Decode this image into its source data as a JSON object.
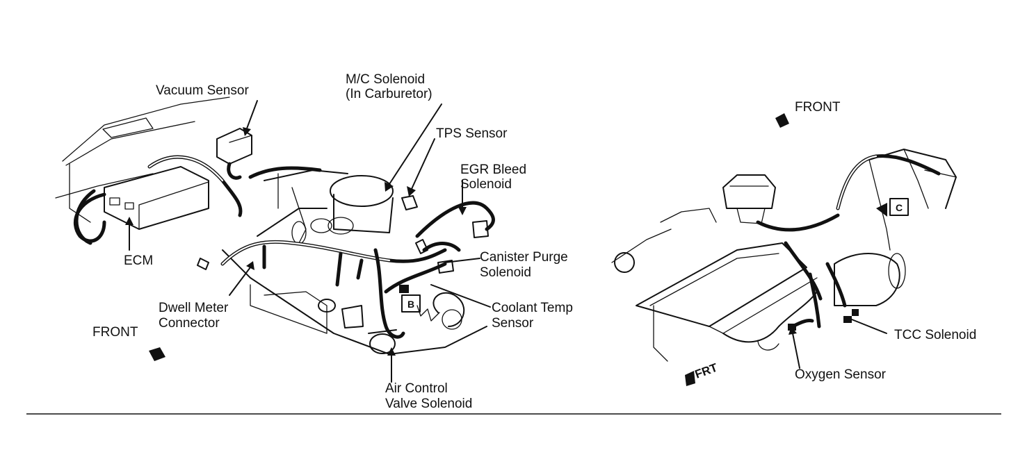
{
  "labels": {
    "vacuum_sensor": "Vacuum Sensor",
    "mc_solenoid_line1": "M/C Solenoid",
    "mc_solenoid_line2": "(In Carburetor)",
    "tps_sensor": "TPS Sensor",
    "egr_line1": "EGR Bleed",
    "egr_line2": "Solenoid",
    "canister_line1": "Canister Purge",
    "canister_line2": "Solenoid",
    "coolant_line1": "Coolant Temp",
    "coolant_line2": "Sensor",
    "air_control_line1": "Air Control",
    "air_control_line2": "Valve Solenoid",
    "dwell_line1": "Dwell Meter",
    "dwell_line2": "Connector",
    "ecm": "ECM",
    "front_left": "FRONT",
    "front_right": "FRONT",
    "tcc_solenoid": "TCC Solenoid",
    "oxygen_sensor": "Oxygen Sensor",
    "frt": "FRT",
    "callout_b": "B",
    "callout_c": "C"
  },
  "icons": [
    "arrow-icon"
  ]
}
